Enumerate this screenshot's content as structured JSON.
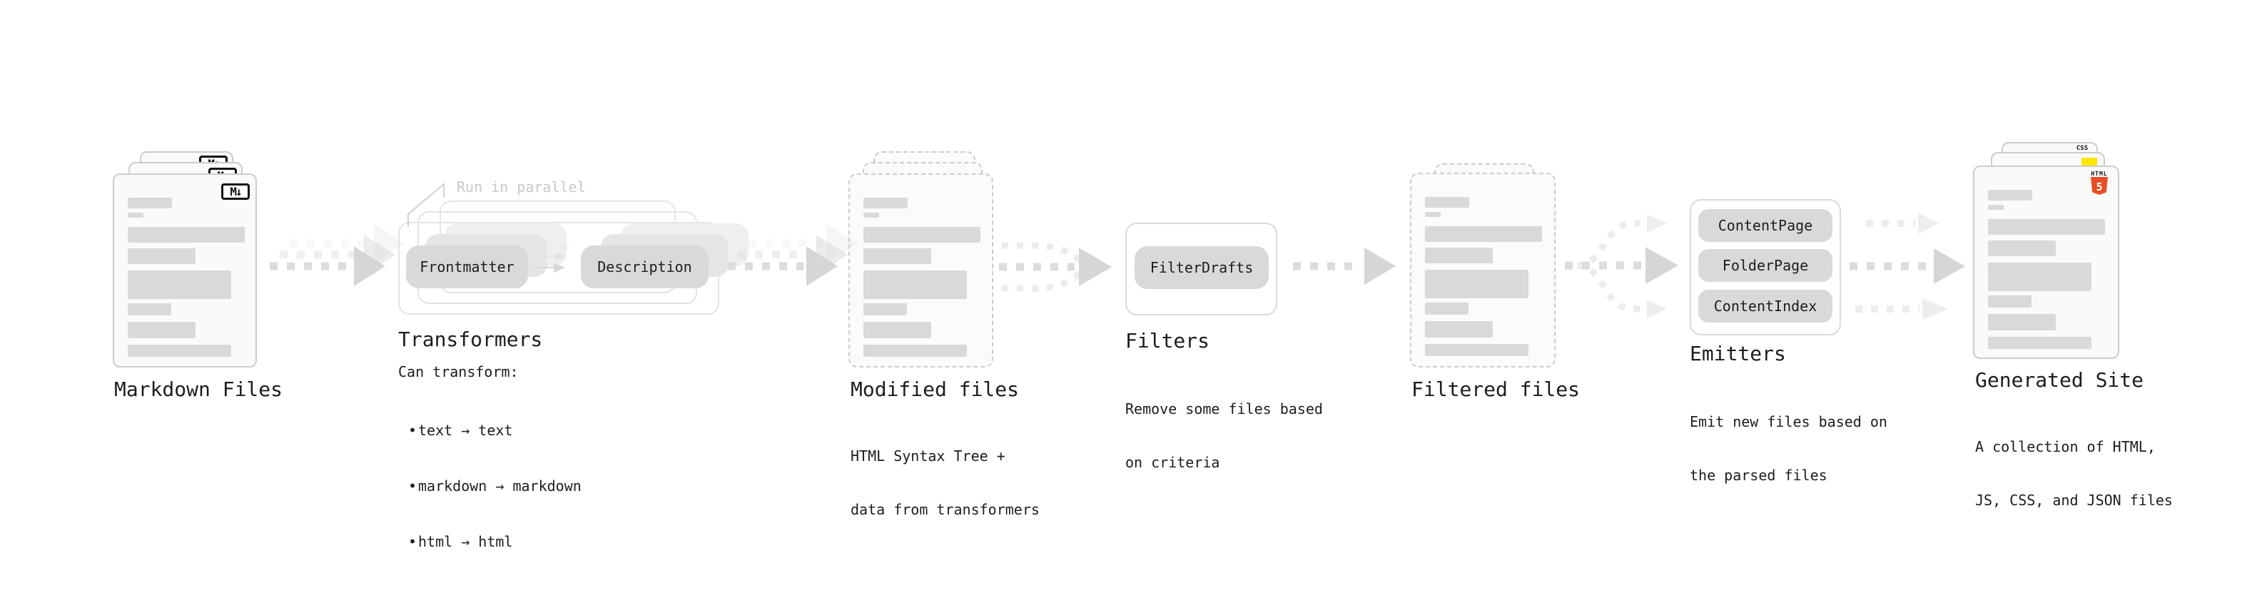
{
  "annotation": {
    "run_in_parallel": "Run in parallel"
  },
  "sections": {
    "markdown_files": {
      "title": "Markdown Files",
      "badge": "M↓"
    },
    "transformers": {
      "title": "Transformers",
      "caption": "Can transform:",
      "bullet": "•",
      "bullets": [
        "text → text",
        "markdown → markdown",
        "html → html"
      ],
      "pills": [
        "Frontmatter",
        "Description"
      ]
    },
    "modified_files": {
      "title": "Modified files",
      "caption_lines": [
        "HTML Syntax Tree +",
        "data from transformers"
      ]
    },
    "filters": {
      "title": "Filters",
      "pill": "FilterDrafts",
      "caption_lines": [
        "Remove some files based",
        "on criteria"
      ]
    },
    "filtered_files": {
      "title": "Filtered files"
    },
    "emitters": {
      "title": "Emitters",
      "pills": [
        "ContentPage",
        "FolderPage",
        "ContentIndex"
      ],
      "caption_lines": [
        "Emit new files based on",
        "the parsed files"
      ]
    },
    "generated_site": {
      "title": "Generated Site",
      "caption_lines": [
        "A collection of HTML,",
        "JS, CSS, and JSON files"
      ],
      "badges": {
        "css": "CSS",
        "html_label": "HTML",
        "html_number": "5"
      }
    }
  },
  "colors": {
    "html5_orange": "#e84e26",
    "js_yellow": "#ffe600",
    "css_blue": "#2d62f5",
    "skeleton_gray": "#d9d9d9",
    "pill_gray": "#d9d9d9",
    "annotation_gray": "#c9c9c9",
    "text_dark": "#1d1d1d"
  }
}
